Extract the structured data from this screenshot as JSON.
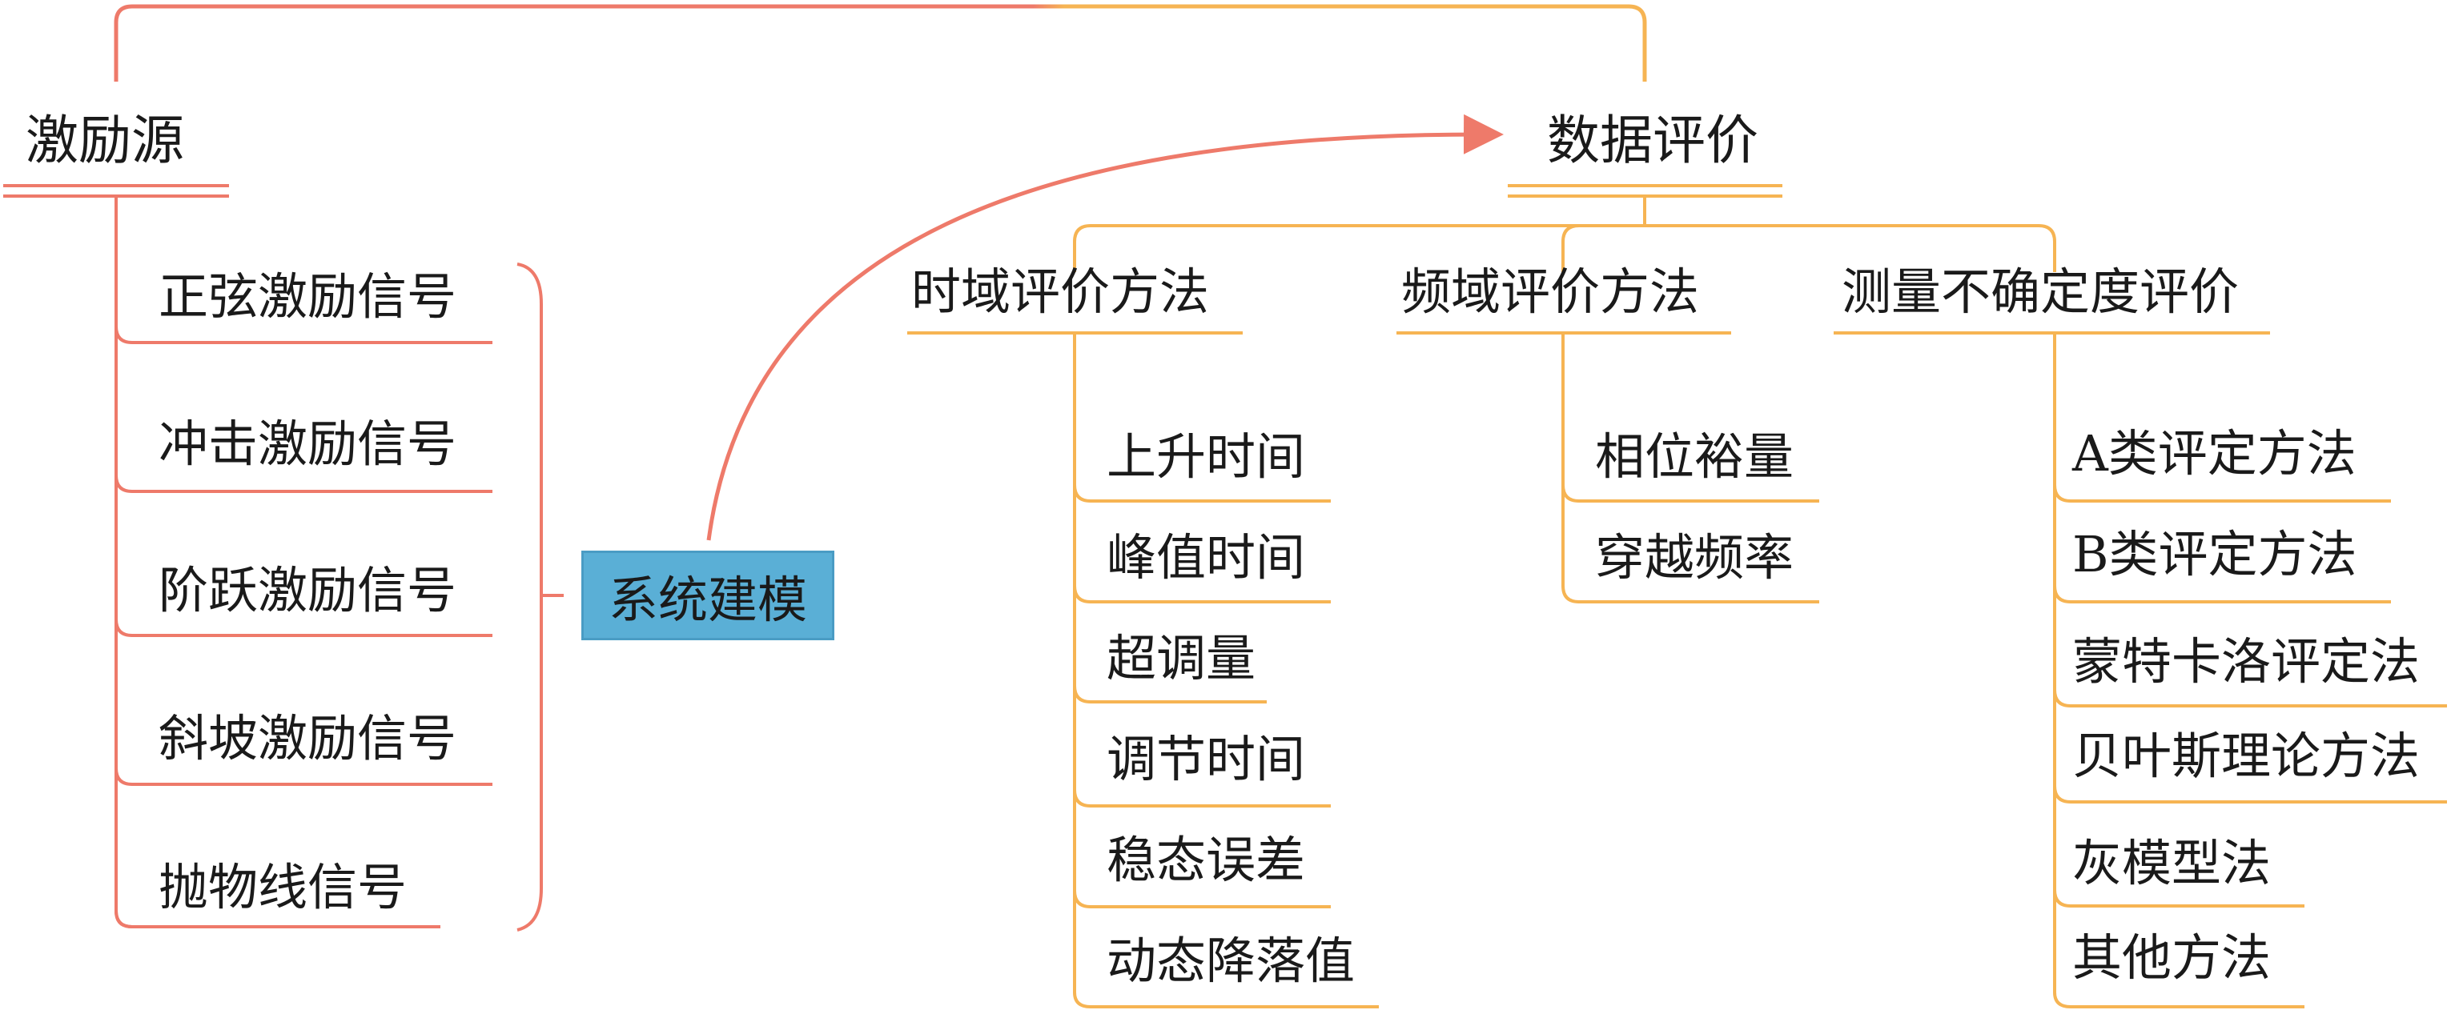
{
  "colors": {
    "red": "#ee7a6a",
    "orange": "#f6b453",
    "modeling_box": "#5aafd6"
  },
  "excitation": {
    "title": "激励源",
    "items": [
      "正弦激励信号",
      "冲击激励信号",
      "阶跃激励信号",
      "斜坡激励信号",
      "抛物线信号"
    ]
  },
  "modeling": {
    "label": "系统建模"
  },
  "evaluation": {
    "title": "数据评价",
    "time_domain": {
      "title": "时域评价方法",
      "items": [
        "上升时间",
        "峰值时间",
        "超调量",
        "调节时间",
        "稳态误差",
        "动态降落值"
      ]
    },
    "freq_domain": {
      "title": "频域评价方法",
      "items": [
        "相位裕量",
        "穿越频率"
      ]
    },
    "uncertainty": {
      "title": "测量不确定度评价",
      "items": [
        "A类评定方法",
        "B类评定方法",
        "蒙特卡洛评定法",
        "贝叶斯理论方法",
        "灰模型法",
        "其他方法"
      ]
    }
  }
}
